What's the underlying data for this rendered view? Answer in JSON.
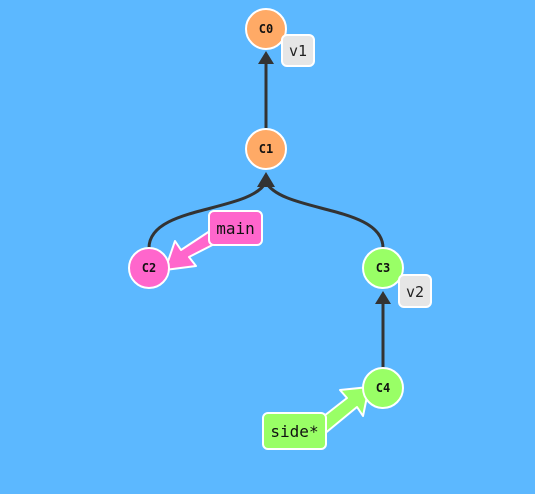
{
  "colors": {
    "background": "#5cb8ff",
    "commit_main": "#ffaa66",
    "commit_branch_main": "#ff66cc",
    "commit_branch_side": "#99ff66",
    "edge": "#333333",
    "tag_fill": "#e6e6e6",
    "commit_stroke": "#ffffff"
  },
  "commits": {
    "c0": {
      "label": "C0"
    },
    "c1": {
      "label": "C1"
    },
    "c2": {
      "label": "C2"
    },
    "c3": {
      "label": "C3"
    },
    "c4": {
      "label": "C4"
    }
  },
  "tags": {
    "v1": {
      "label": "v1"
    },
    "v2": {
      "label": "v2"
    }
  },
  "branches": {
    "main": {
      "label": "main"
    },
    "side": {
      "label": "side*"
    }
  }
}
